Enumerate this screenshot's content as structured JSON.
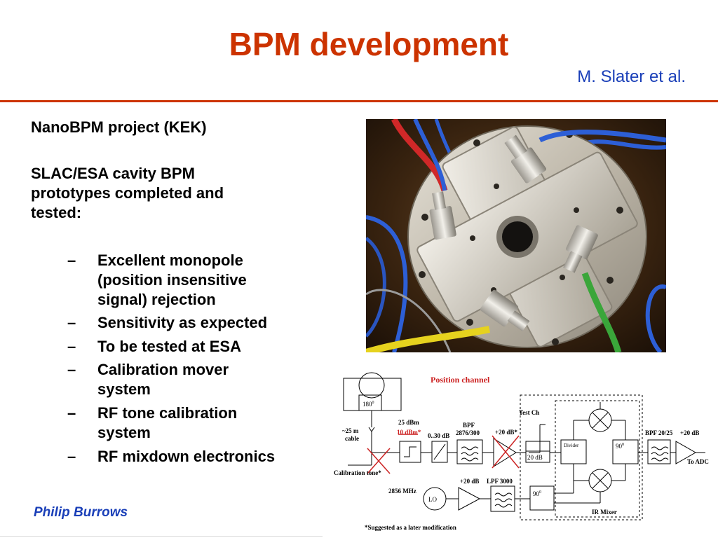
{
  "slide": {
    "title": "BPM development",
    "author": "M. Slater et al.",
    "footer": "Philip Burrows"
  },
  "body": {
    "line1": "NanoBPM project (KEK)",
    "line2a": "SLAC/ESA cavity BPM",
    "line2b": "prototypes completed and",
    "line2c": "tested:",
    "bullet_marker": "–",
    "bullets": [
      {
        "lines": [
          "Excellent monopole",
          "(position insensitive",
          "signal) rejection"
        ]
      },
      {
        "lines": [
          "Sensitivity as expected"
        ]
      },
      {
        "lines": [
          "To be tested at ESA"
        ]
      },
      {
        "lines": [
          "Calibration mover",
          "system"
        ]
      },
      {
        "lines": [
          "RF tone calibration",
          "system"
        ]
      },
      {
        "lines": [
          "RF mixdown electronics"
        ]
      }
    ]
  },
  "diagram": {
    "title": "Position channel",
    "phase_180": "180",
    "phase_sup": "0",
    "cable": "~25 m cable",
    "cable_line1": "~25 m",
    "cable_line2": "cable",
    "cal_tone": "Calibration tone*",
    "dbm25": "25 dBm",
    "dbm10": "10 dBm*",
    "atten": "0..30 dB",
    "bpf1_line1": "BPF",
    "bpf1_line2": "2876/300",
    "amp1": "+20 dB*",
    "test_ch": "Test Ch",
    "db20": "20 dB",
    "divider": "Divider",
    "phase_90": "90",
    "bpf2": "BPF 20/25",
    "amp2": "+20 dB",
    "to_adc": "To ADC",
    "lo_freq": "2856 MHz",
    "lo": "LO",
    "amp3": "+20 dB",
    "lpf": "LPF 3000",
    "phase_90b": "90",
    "ir_mixer": "IR Mixer",
    "note": "*Suggested as a later modification"
  }
}
